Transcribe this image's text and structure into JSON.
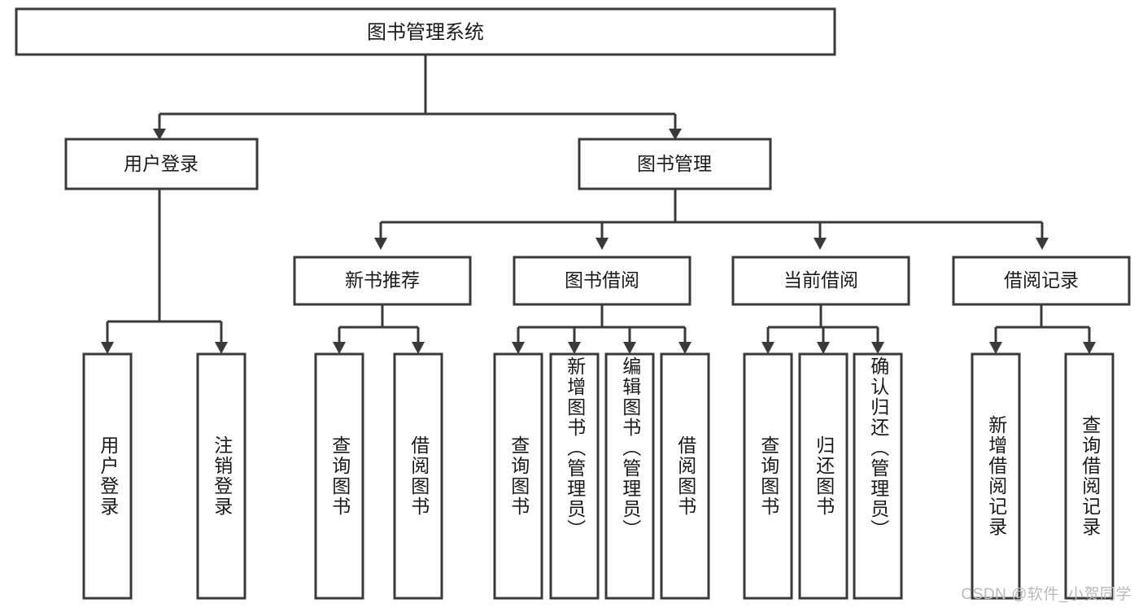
{
  "diagram": {
    "type": "hierarchy-tree",
    "title": "图书管理系统",
    "colors": {
      "box_stroke": "#3a3a3a",
      "box_fill": "#ffffff",
      "connector": "#3a3a3a",
      "text": "#1a1a1a",
      "watermark": "#b9b9b9"
    },
    "root": {
      "label": "图书管理系统"
    },
    "level2": [
      {
        "label": "用户登录"
      },
      {
        "label": "图书管理"
      }
    ],
    "level3": [
      {
        "label": "新书推荐"
      },
      {
        "label": "图书借阅"
      },
      {
        "label": "当前借阅"
      },
      {
        "label": "借阅记录"
      }
    ],
    "leaves": {
      "user_login": [
        {
          "label": "用户登录"
        },
        {
          "label": "注销登录"
        }
      ],
      "new_book_recommend": [
        {
          "label": "查询图书"
        },
        {
          "label": "借阅图书"
        }
      ],
      "book_borrow": [
        {
          "label": "查询图书"
        },
        {
          "label": "新增图书（管理员）"
        },
        {
          "label": "编辑图书（管理员）"
        },
        {
          "label": "借阅图书"
        }
      ],
      "current_borrow": [
        {
          "label": "查询图书"
        },
        {
          "label": "归还图书"
        },
        {
          "label": "确认归还（管理员）"
        }
      ],
      "borrow_record": [
        {
          "label": "新增借阅记录"
        },
        {
          "label": "查询借阅记录"
        }
      ]
    },
    "watermark": "CSDN @软件_小贺同学"
  }
}
